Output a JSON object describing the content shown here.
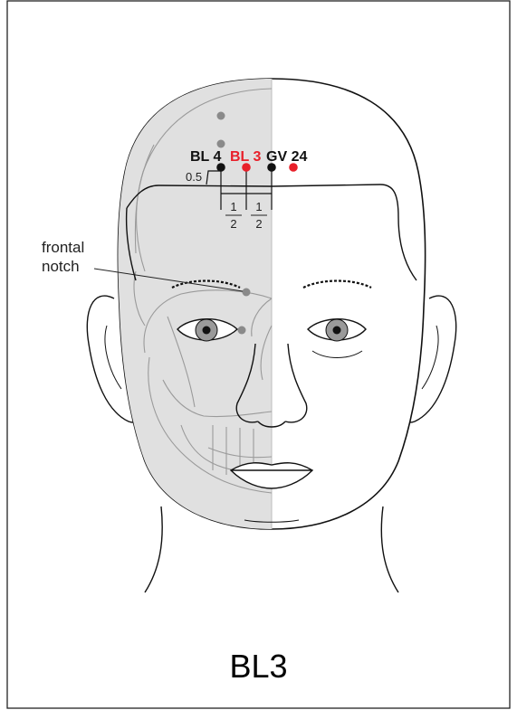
{
  "points": {
    "bl4": "BL 4",
    "bl3": "BL 3",
    "gv24": "GV 24"
  },
  "measurements": {
    "offset": "0.5",
    "half_a_num": "1",
    "half_a_den": "2",
    "half_b_num": "1",
    "half_b_den": "2"
  },
  "annotation": {
    "line1": "frontal",
    "line2": "notch"
  },
  "caption": "BL3",
  "colors": {
    "highlight": "#e8202a",
    "skull_shade": "#e0e0e0",
    "bone_line": "#9a9a9a",
    "grey_point": "#8a8a8a"
  }
}
